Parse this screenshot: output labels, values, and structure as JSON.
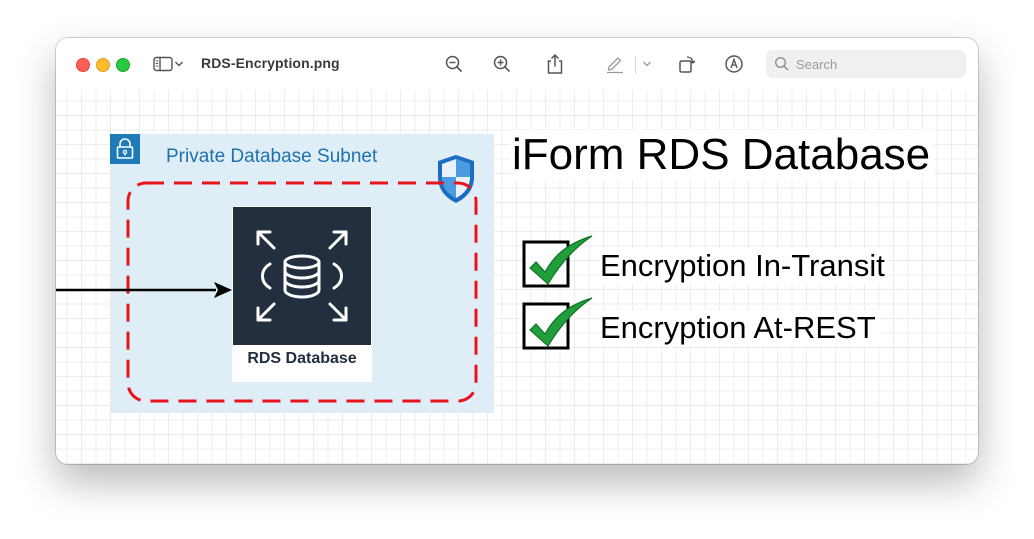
{
  "window": {
    "title": "RDS-Encryption.png"
  },
  "toolbar": {
    "search_placeholder": "Search",
    "icons": [
      "sidebar-icon",
      "chevron-down-icon",
      "zoom-out-icon",
      "zoom-in-icon",
      "share-icon",
      "markup-pen-icon",
      "rotate-icon",
      "annotate-icon",
      "search-icon"
    ]
  },
  "diagram": {
    "subnet_label": "Private Database Subnet",
    "db_label": "RDS Database",
    "heading": "iForm RDS Database",
    "checks": [
      {
        "label": "Encryption In-Transit"
      },
      {
        "label": "Encryption At-REST"
      }
    ],
    "colors": {
      "subnet_bg": "#dfeef6",
      "subnet_accent": "#1e7bb8",
      "dash": "#e8141c",
      "db_bg": "#232f3e",
      "check": "#1f9e3a"
    }
  }
}
